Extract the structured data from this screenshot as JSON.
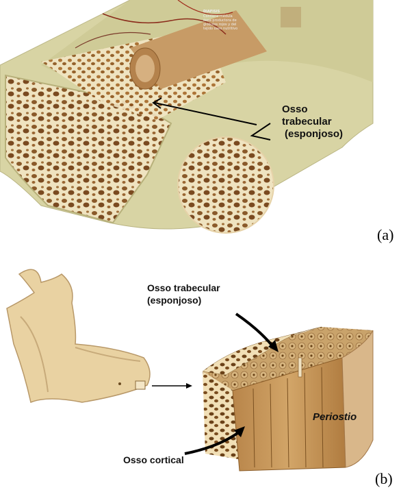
{
  "panel_a": {
    "tag": "(a)",
    "label_line1": "Osso",
    "label_line2": "trabecular",
    "label_line3": "(esponjoso)",
    "inset_heading": "DIAFISIS",
    "inset_text": "Contiene médula ósea productora de glóbulos rojos y del tejido óseo nutritivo"
  },
  "panel_b": {
    "tag": "(b)",
    "trabecular_line1": "Osso trabecular",
    "trabecular_line2": "(esponjoso)",
    "cortical": "Osso cortical",
    "periosteum": "Periostio"
  },
  "colors": {
    "cortical_bone": "#d8d4a4",
    "marrow_brown": "#a8743a",
    "trabecular_light": "#efe3c0",
    "jaw_bone": "#e9d2a2"
  }
}
